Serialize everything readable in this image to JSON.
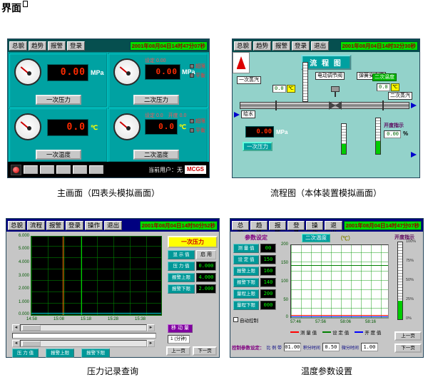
{
  "page": {
    "heading": "界面"
  },
  "captions": {
    "main": "主画面（四表头模拟画面）",
    "flow": "流程图（本体装置模拟画面）",
    "pressure": "压力记录查询",
    "temperature": "温度参数设置"
  },
  "colors": {
    "teal": "#00a2a2",
    "navy": "#000080",
    "led_red": "#ff2a00",
    "datetime_green": "#00dd00",
    "alarm_red": "#ff3333"
  },
  "ui": {
    "scroll_left": "◄",
    "scroll_right": "►"
  },
  "main": {
    "toolbar": [
      "总貌",
      "趋势",
      "报警",
      "登录"
    ],
    "datetime": "2001年08月04日14时47分07秒",
    "quadrants": [
      {
        "value": "0.00",
        "unit": "MPa",
        "button": "一次压力"
      },
      {
        "value": "0.00",
        "unit": "MPa",
        "button": "二次压力",
        "setpoint_label": "设定",
        "setpoint": "0.00",
        "alarms": [
          "超限",
          "平衡"
        ]
      },
      {
        "value": "0.0",
        "unit": "℃",
        "button": "一次温度"
      },
      {
        "value": "0.0",
        "unit": "℃",
        "button": "二次温度",
        "setpoint_label": "设定",
        "setpoint": "0.0",
        "opening_label": "开度",
        "opening": "0.0",
        "alarms": [
          "超限",
          "平衡"
        ]
      }
    ],
    "bottom": {
      "user_label": "当前用户：",
      "user": "无",
      "brand": "MCGS"
    }
  },
  "flow": {
    "toolbar": [
      "总貌",
      "趋势",
      "报警",
      "登录",
      "退出"
    ],
    "datetime": "2001年08月04日14时32分30秒",
    "title": "流 程 图",
    "labels": {
      "steam1": "一次蒸汽",
      "steam2": "二次蒸汽",
      "feedwater": "给水",
      "valve_motor": "电动调节阀",
      "valve_safety": "弹簧安全阀",
      "pressure1": "一次压力",
      "pressure_value": "0.00",
      "pressure_unit": "MPa",
      "temp1_value": "0.0",
      "temp2": "二次温度",
      "temp2_value": "0.0",
      "temp_unit": "℃",
      "opening": "开度指示",
      "opening_value": "0.00",
      "opening_unit": "%"
    }
  },
  "pressure": {
    "toolbar": [
      "总貌",
      "流程",
      "报警",
      "登录",
      "操作",
      "退出"
    ],
    "datetime": "2001年08月04日14时50分52秒",
    "chart": {
      "y_ticks": [
        "6.000",
        "5.000",
        "4.000",
        "3.000",
        "2.000",
        "1.000",
        "0.000"
      ],
      "x_ticks": [
        "14:58",
        "15:08",
        "15:18",
        "15:28",
        "15:38"
      ]
    },
    "side": {
      "title": "一次压力",
      "rows": [
        {
          "label": "显 示 值",
          "value": "启 用"
        },
        {
          "label": "压 力 值",
          "value": "0.000"
        },
        {
          "label": "报警上限",
          "value": "4.000"
        },
        {
          "label": "报警下限",
          "value": "2.000"
        }
      ]
    },
    "bottom": {
      "move_label": "移 动 量",
      "move_value": "1 (分钟)",
      "legend": [
        "压 力 值",
        "报警上限",
        "报警下限"
      ],
      "prev": "上一页",
      "next": "下一页"
    }
  },
  "temperature": {
    "toolbar": [
      "总貌",
      "趋势",
      "报警",
      "登录",
      "操作",
      "退出"
    ],
    "datetime": "2001年08月04日14时47分07秒",
    "params_title": "参数设定",
    "params": [
      {
        "label": "测 量 值",
        "value": "00"
      },
      {
        "label": "设 定 值",
        "value": "150"
      },
      {
        "label": "报警上限",
        "value": "160"
      },
      {
        "label": "报警下限",
        "value": "140"
      },
      {
        "label": "量程上限",
        "value": "200"
      },
      {
        "label": "量程下限",
        "value": "000"
      }
    ],
    "auto_label": "自动控制",
    "chart": {
      "title": "二次温度",
      "unit": "（℃）",
      "y_ticks": [
        "200",
        "150",
        "100",
        "50",
        "0"
      ],
      "x_ticks": [
        "57:46",
        "57:56",
        "58:06",
        "58:16"
      ]
    },
    "legend": [
      {
        "label": "测 量 值",
        "color": "#ff0000"
      },
      {
        "label": "设 定 值",
        "color": "#008000"
      },
      {
        "label": "开 度 值",
        "color": "#0000ff"
      }
    ],
    "opening": {
      "title": "开度指示",
      "ticks": [
        "100%",
        "75%",
        "50%",
        "25%",
        "0%"
      ]
    },
    "pid_title": "控制参数设定：",
    "pid": [
      {
        "label": "比 例 带",
        "value": "01.00"
      },
      {
        "label": "积分时间",
        "value": "0.50"
      },
      {
        "label": "微分时间",
        "value": "1.00"
      }
    ],
    "prev": "上一页",
    "next": "下一页"
  }
}
